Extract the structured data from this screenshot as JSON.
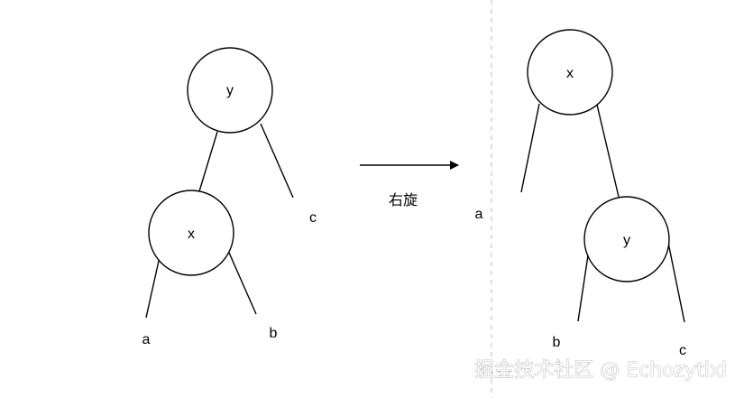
{
  "left": {
    "node_top": "y",
    "node_child": "x",
    "leaf_a": "a",
    "leaf_b": "b",
    "leaf_c": "c"
  },
  "arrow_label": "右旋",
  "right": {
    "node_top": "x",
    "node_child": "y",
    "leaf_a": "a",
    "leaf_b": "b",
    "leaf_c": "c"
  },
  "watermark": "掘金技术社区 @ Echozytlxl"
}
